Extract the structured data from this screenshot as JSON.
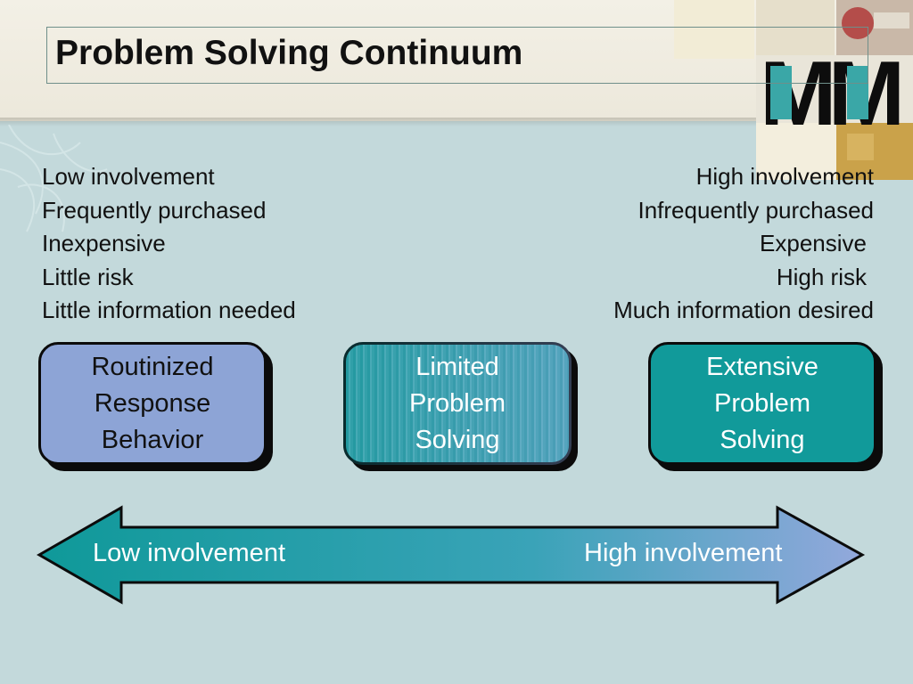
{
  "slide": {
    "title": "Problem Solving Continuum",
    "logo_text": "MM"
  },
  "left_list": [
    "Low involvement",
    "Frequently purchased",
    "Inexpensive",
    "Little risk",
    "Little information needed"
  ],
  "right_list": [
    "High involvement",
    "Infrequently purchased",
    "Expensive",
    "High risk",
    "Much information desired"
  ],
  "boxes": {
    "routinized": "Routinized\nResponse\nBehavior",
    "limited": "Limited\nProblem\nSolving",
    "extensive": "Extensive\nProblem\nSolving"
  },
  "arrow": {
    "left_label": "Low involvement",
    "right_label": "High involvement"
  },
  "colors": {
    "background": "#c3d9db",
    "header": "#f3f0e6",
    "routinized_box": "#8da4d6",
    "limited_box": "#3fa7ae",
    "extensive_box": "#119a9a",
    "arrow_teal": "#0f9999",
    "arrow_blue": "#93a8dc"
  }
}
